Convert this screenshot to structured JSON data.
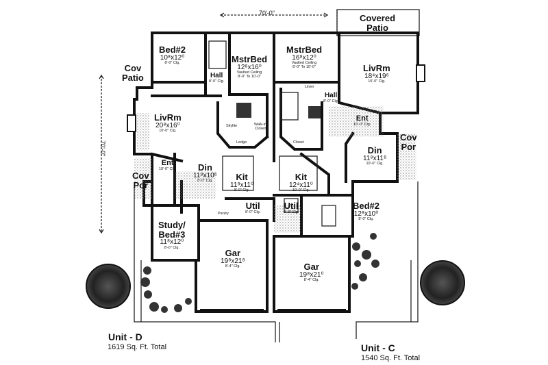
{
  "overall_width": "70'-0\"",
  "overall_depth": "70'-0\"",
  "unit_d": {
    "name": "Unit - D",
    "area": "1619 Sq. Ft. Total"
  },
  "unit_c": {
    "name": "Unit - C",
    "area": "1540 Sq. Ft. Total"
  },
  "rooms": {
    "covered_patio": "Covered\nPatio",
    "cov_patio_left": "Cov\nPatio",
    "bed2_d": {
      "name": "Bed#2",
      "size": "10⁸x12⁰",
      "ceiling": "8'-0\" Clg."
    },
    "mstrbed_d": {
      "name": "MstrBed",
      "size": "12⁸x16⁰",
      "ceiling": "Vaulted Ceiling\n8'-0\" To 10'-0\""
    },
    "mstrbed_c": {
      "name": "MstrBed",
      "size": "16⁸x12⁰",
      "ceiling": "Vaulted Ceiling\n8'-0\" To 10'-0\""
    },
    "livrm_c": {
      "name": "LivRm",
      "size": "18⁴x19⁶",
      "ceiling": "10'-0\" Clg."
    },
    "livrm_d": {
      "name": "LivRm",
      "size": "20⁸x16⁰",
      "ceiling": "10'-0\" Clg."
    },
    "hall_d": {
      "name": "Hall",
      "ceiling": "8'-0\" Clg."
    },
    "hall_c": {
      "name": "Hall",
      "ceiling": "8'-0\" Clg."
    },
    "ent_d": {
      "name": "Ent",
      "ceiling": "10'-0\" Clg."
    },
    "ent_c": {
      "name": "Ent",
      "ceiling": "10'-0\" Clg."
    },
    "cov_por_left": "Cov\nPor",
    "cov_por_right": "Cov\nPor",
    "din_d": {
      "name": "Din",
      "size": "11⁸x10⁶",
      "ceiling": "8'-0\" Clg."
    },
    "din_c": {
      "name": "Din",
      "size": "11⁸x11⁸",
      "ceiling": "10'-0\" Clg."
    },
    "kit_d": {
      "name": "Kit",
      "size": "11⁸x11⁰",
      "ceiling": "8'-0\" Clg."
    },
    "kit_c": {
      "name": "Kit",
      "size": "12⁴x11⁰",
      "ceiling": "10'-0\" Clg."
    },
    "util_d": {
      "name": "Util",
      "ceiling": "8'-0\" Clg."
    },
    "util_c": {
      "name": "Util",
      "ceiling": "8'-0\" Clg."
    },
    "bed2_c": {
      "name": "Bed#2",
      "size": "12⁸x10⁰",
      "ceiling": "8'-0\" Clg."
    },
    "study_d": {
      "name": "Study/\nBed#3",
      "size": "11⁸x12⁰",
      "ceiling": "8'-0\" Clg."
    },
    "gar_d": {
      "name": "Gar",
      "size": "19⁸x21⁸",
      "ceiling": "8'-4\" Clg."
    },
    "gar_c": {
      "name": "Gar",
      "size": "19⁸x21⁰",
      "ceiling": "8'-4\" Clg."
    }
  },
  "small_notes": {
    "walkin_closet": "Walk-in\nCloset",
    "ledge": "Ledge",
    "linen": "Linen",
    "skylite": "Skylite",
    "pantry": "Pantry",
    "closet": "Closet"
  }
}
